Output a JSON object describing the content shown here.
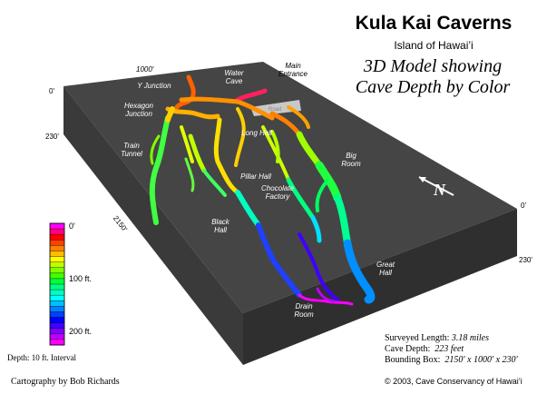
{
  "title": "Kula Kai Caverns",
  "subtitle": "Island of Hawai’i",
  "model_title_line1": "3D Model showing",
  "model_title_line2": "Cave Depth by Color",
  "halls": {
    "water_cave": "Water Cave",
    "main_entrance": "Main Entrance",
    "y_junction": "Y Junction",
    "hexagon_junction": "Hexagon Junction",
    "long_hall": "Long Hall",
    "train_tunnel": "Train Tunnel",
    "pillar_hall": "Pillar Hall",
    "big_room": "Big Room",
    "black_hall": "Black Hall",
    "chocolate_factory": "Chocolate Factory",
    "great_hall": "Great Hall",
    "drain_room": "Drain Room",
    "road": "Road"
  },
  "axes": {
    "depth_top_left": "0'",
    "depth_bottom_left": "230'",
    "width": "1000'",
    "length": "2150'",
    "depth_top_right": "0'",
    "depth_bottom_right": "230'"
  },
  "north_label": "N",
  "scale": {
    "ticks": [
      "0'",
      "100 ft.",
      "200 ft."
    ],
    "colors": [
      "#ff00ff",
      "#ff0080",
      "#ff0000",
      "#ff4000",
      "#ff8000",
      "#ffbf00",
      "#ffff00",
      "#bfff00",
      "#80ff00",
      "#40ff00",
      "#00ff40",
      "#00ff80",
      "#00ffbf",
      "#00ffff",
      "#00bfff",
      "#0080ff",
      "#0040ff",
      "#0000ff",
      "#4000ff",
      "#8000ff",
      "#bf00ff",
      "#ff00ff"
    ]
  },
  "depth_note": "Depth:  10 ft. Interval",
  "stats": {
    "surveyed_label": "Surveyed Length:",
    "surveyed_value": "3.18 miles",
    "depth_label": "Cave Depth:",
    "depth_value": "223 feet",
    "bbox_label": "Bounding Box:",
    "bbox_value": "2150' x 1000' x 230'"
  },
  "cartography": "Cartography by Bob Richards",
  "copyright": "© 2003, Cave Conservancy of Hawai’i"
}
